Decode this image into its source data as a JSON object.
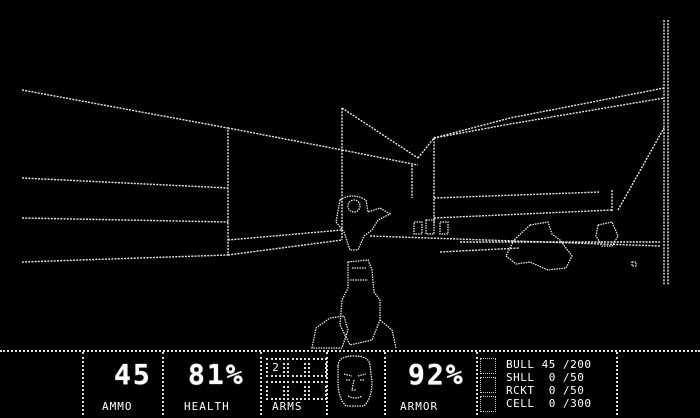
{
  "hud": {
    "ammo": {
      "value": "45",
      "label": "AMMO"
    },
    "health": {
      "value": "81%",
      "label": "HEALTH"
    },
    "arms": {
      "label": "ARMS",
      "slots": [
        "2",
        "",
        "",
        "",
        "",
        ""
      ]
    },
    "face": {
      "icon": "marine-face-icon"
    },
    "armor": {
      "value": "92%",
      "label": "ARMOR"
    },
    "keys": [
      "",
      "",
      ""
    ],
    "ammo_table": [
      {
        "name": "BULL",
        "current": "45",
        "max": "200"
      },
      {
        "name": "SHLL",
        "current": "0",
        "max": "50"
      },
      {
        "name": "RCKT",
        "current": "0",
        "max": "50"
      },
      {
        "name": "CELL",
        "current": "0",
        "max": "300"
      }
    ]
  },
  "scene": {
    "weapon": "pistol-weapon-icon",
    "enemies": [
      "zombieman-enemy",
      "imp-enemy",
      "imp-enemy"
    ],
    "colors": {
      "line": "#e8e8e8",
      "background": "#000000"
    }
  }
}
